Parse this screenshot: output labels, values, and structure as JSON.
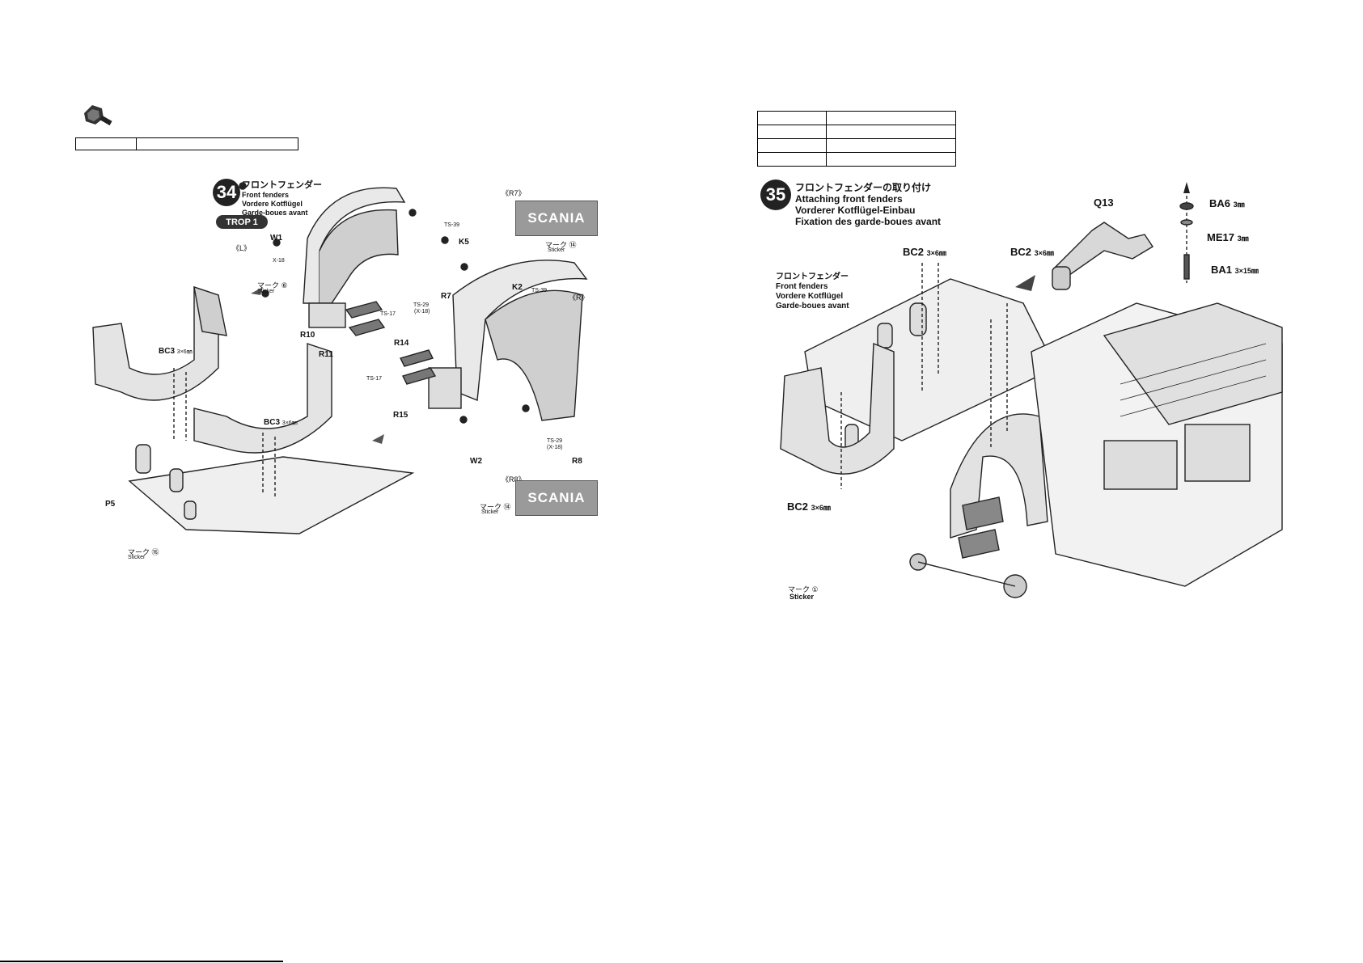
{
  "left_page": {
    "table": [
      [
        "",
        ""
      ]
    ],
    "step34": {
      "number": "34",
      "title_ja": "フロントフェンダー",
      "title_en": "Front fenders",
      "title_de": "Vordere Kotflügel",
      "title_fr": "Garde-boues avant",
      "badge": "TROP 1",
      "side_left": "《L》",
      "side_right": "《R》",
      "sticker_r7_tag": "《R7》",
      "sticker_r8_tag": "《R8》",
      "sticker_text": "SCANIA",
      "labels": {
        "w1": "W1",
        "x18": "X-18",
        "mark6": "マーク ⑥",
        "sticker": "Sticker",
        "r10": "R10",
        "r11": "R11",
        "ts39a": "TS-39",
        "k5": "K5",
        "r7": "R7",
        "ts29a": "TS-29",
        "x18a": "(X-18)",
        "ts17a": "TS-17",
        "k2": "K2",
        "ts39b": "TS-39",
        "r14": "R14",
        "ts17b": "TS-17",
        "r15": "R15",
        "ts29b": "TS-29",
        "x18b": "(X-18)",
        "r8": "R8",
        "w2": "W2",
        "mark14a": "マーク ⑭",
        "mark14b": "マーク ⑭",
        "bc3a": "BC3",
        "bc3a_size": "3×6㎜",
        "bc3b": "BC3",
        "bc3b_size": "3×6㎜",
        "p5": "P5",
        "mark16": "マーク ⑯"
      }
    }
  },
  "right_page": {
    "table": [
      [
        "",
        ""
      ],
      [
        "",
        ""
      ],
      [
        "",
        ""
      ],
      [
        "",
        ""
      ]
    ],
    "step35": {
      "number": "35",
      "title_ja": "フロントフェンダーの取り付け",
      "title_en": "Attaching front fenders",
      "title_de": "Vorderer Kotflügel-Einbau",
      "title_fr": "Fixation des garde-boues avant",
      "labels": {
        "q13": "Q13",
        "ba6": "BA6",
        "ba6_size": "3㎜",
        "me17": "ME17",
        "me17_size": "3㎜",
        "ba1": "BA1",
        "ba1_size": "3×15㎜",
        "bc2a": "BC2",
        "bc2a_size": "3×6㎜",
        "bc2b": "BC2",
        "bc2b_size": "3×6㎜",
        "bc2c": "BC2",
        "bc2c_size": "3×6㎜",
        "fenders_ja": "フロントフェンダー",
        "fenders_en": "Front fenders",
        "fenders_de": "Vordere Kotflügel",
        "fenders_fr": "Garde-boues avant",
        "mark1": "マーク ①",
        "sticker": "Sticker"
      }
    }
  }
}
